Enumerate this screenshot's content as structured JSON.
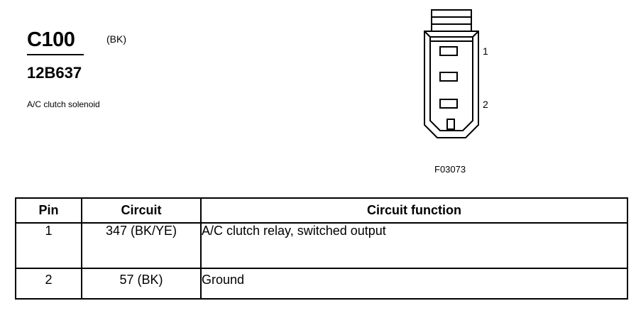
{
  "connector": {
    "id": "C100",
    "color": "(BK)",
    "part_number": "12B637",
    "description": "A/C clutch solenoid"
  },
  "diagram": {
    "pin_labels": [
      "1",
      "2"
    ],
    "figure_id": "F03073"
  },
  "table": {
    "headers": {
      "pin": "Pin",
      "circuit": "Circuit",
      "function": "Circuit function"
    },
    "rows": [
      {
        "pin": "1",
        "circuit": "347 (BK/YE)",
        "function": "A/C clutch relay, switched output"
      },
      {
        "pin": "2",
        "circuit": "57 (BK)",
        "function": "Ground"
      }
    ]
  }
}
